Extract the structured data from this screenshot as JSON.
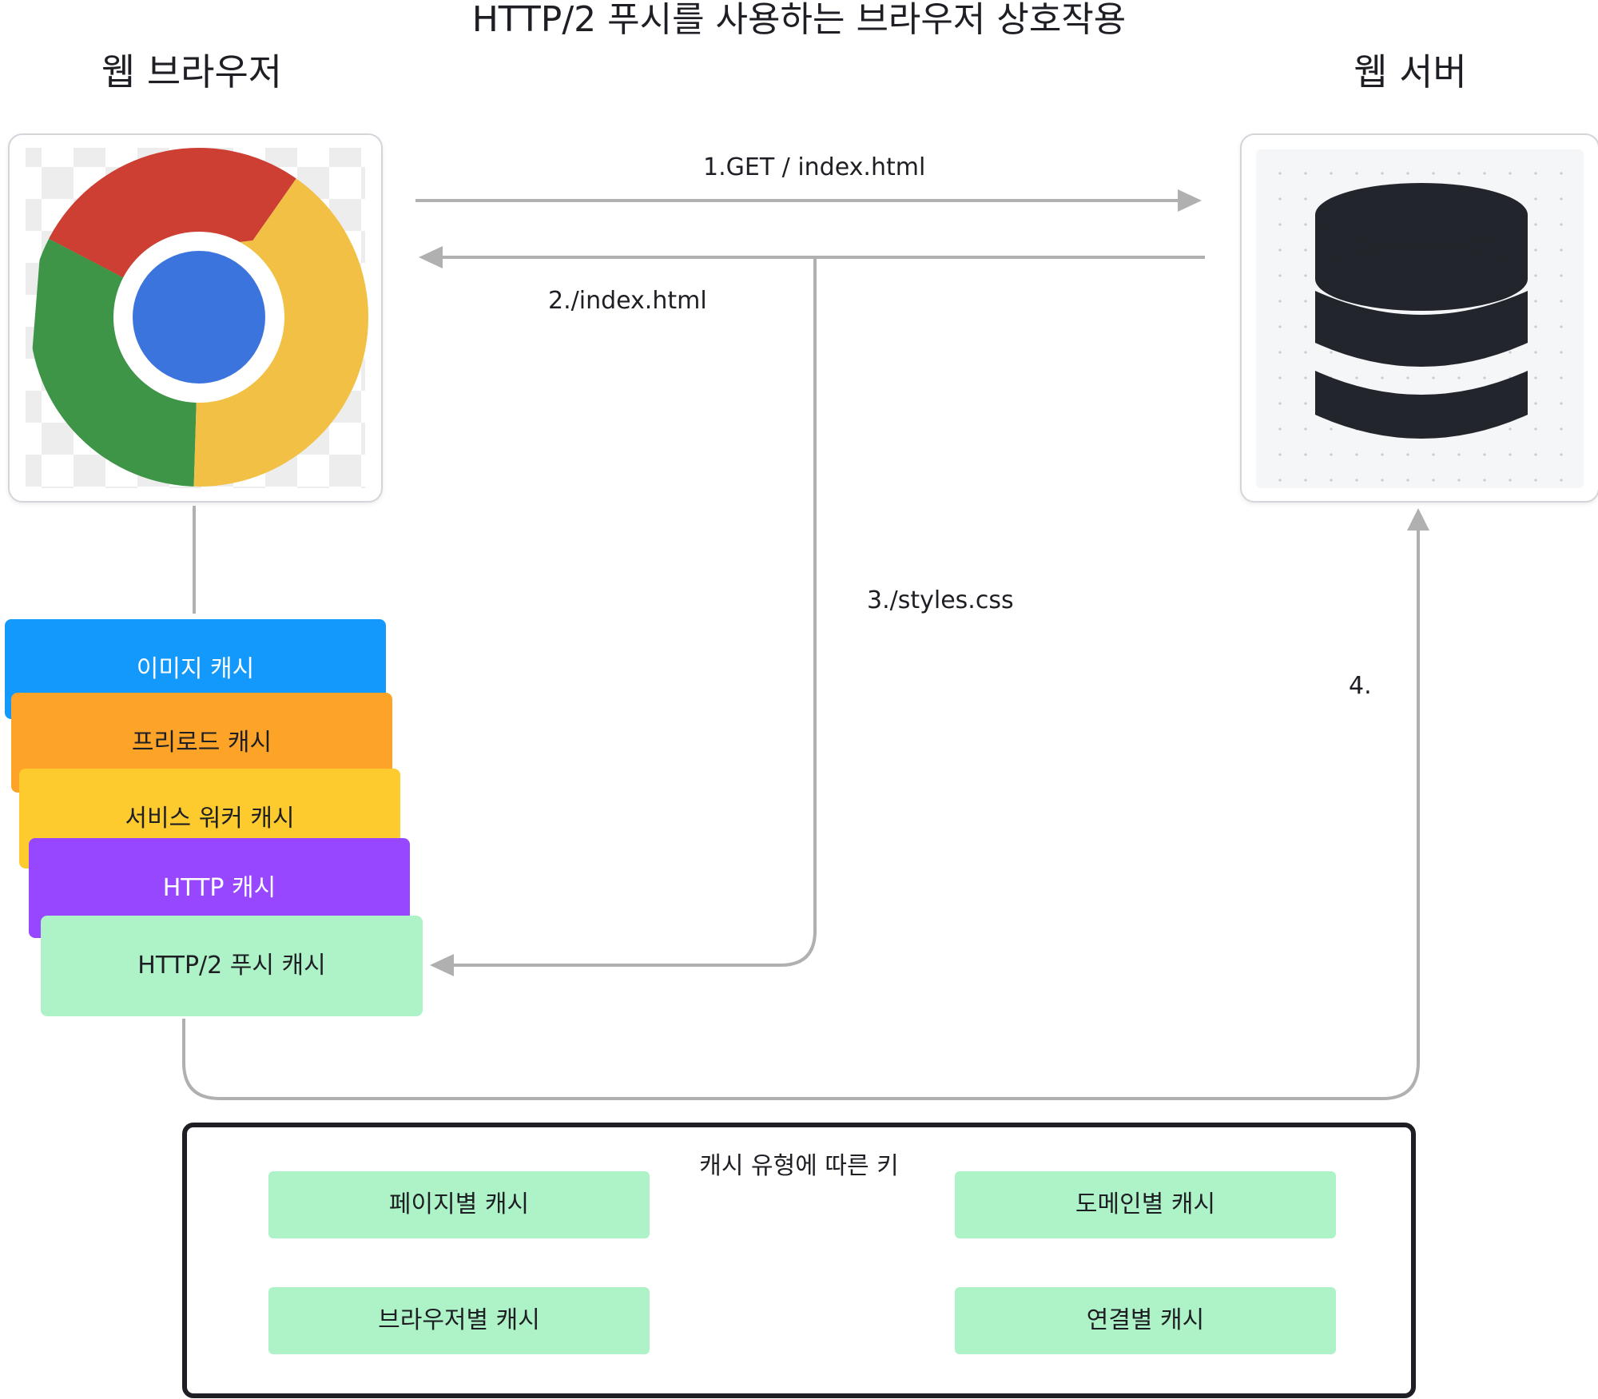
{
  "title": "HTTP/2 푸시를 사용하는 브라우저 상호작용",
  "browser": {
    "label": "웹 브라우저",
    "icon": "chrome-icon"
  },
  "server": {
    "label": "웹 서버",
    "icon": "database-icon"
  },
  "edges": {
    "e1": "1.GET / index.html",
    "e2": "2./index.html",
    "e3": "3./styles.css",
    "e4": "4."
  },
  "caches": [
    {
      "label": "이미지 캐시",
      "color": "#1399fb",
      "text_color": "#ffffff"
    },
    {
      "label": "프리로드 캐시",
      "color": "#fda428",
      "text_color": "#1e1f24"
    },
    {
      "label": "서비스 워커 캐시",
      "color": "#fecb2f",
      "text_color": "#1e1f24"
    },
    {
      "label": "HTTP 캐시",
      "color": "#9747ff",
      "text_color": "#ffffff"
    },
    {
      "label": "HTTP/2  푸시 캐시",
      "color": "#aef3c7",
      "text_color": "#1e1f24"
    }
  ],
  "keys": {
    "title": "캐시 유형에 따른 키",
    "items": [
      "페이지별 캐시",
      "도메인별 캐시",
      "브라우저별 캐시",
      "연결별 캐시"
    ]
  },
  "colors": {
    "connector": "#b0b0b0",
    "key_fill": "#aef3c7",
    "frame": "#1e1f24"
  }
}
